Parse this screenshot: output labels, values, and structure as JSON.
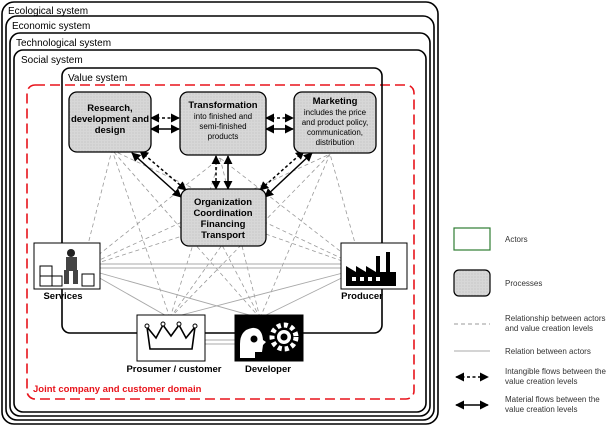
{
  "systems": {
    "ecological": "Ecological system",
    "economic": "Economic system",
    "technological": "Technological system",
    "social": "Social system",
    "value": "Value system"
  },
  "domain_label": "Joint company and customer domain",
  "processes": {
    "research": [
      "Research,",
      "development and",
      "design"
    ],
    "transformation": [
      "Transformation",
      "into finished and",
      "semi-finished",
      "products"
    ],
    "marketing": [
      "Marketing",
      "includes the price",
      "and product policy,",
      "communication,",
      "distribution"
    ],
    "organization": [
      "Organization",
      "Coordination",
      "Financing",
      "Transport"
    ]
  },
  "actors": {
    "services": "Services",
    "producer": "Producer",
    "prosumer": "Prosumer / customer",
    "developer": "Developer"
  },
  "legend": {
    "actors": "Actors",
    "processes": "Processes",
    "relationship": [
      "Relationship between actors",
      "and value creation levels"
    ],
    "relation": "Relation between actors",
    "intangible": [
      "Intangible flows between the",
      "value creation levels"
    ],
    "material": [
      "Material flows between the",
      "value creation levels"
    ]
  },
  "colors": {
    "accent": "#e8141c",
    "actor_border": "#2e7d32",
    "process_fill": "#d9d9d9"
  }
}
